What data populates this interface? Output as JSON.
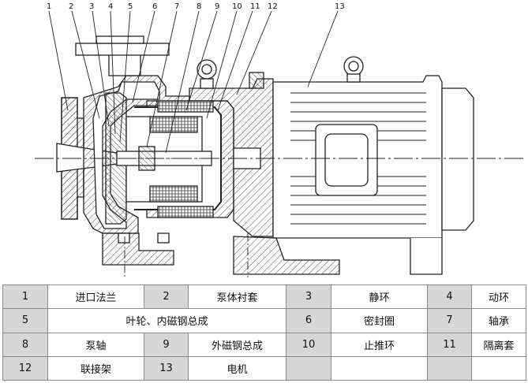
{
  "callouts": [
    "1",
    "2",
    "3",
    "4",
    "5",
    "6",
    "7",
    "8",
    "9",
    "10",
    "11",
    "12",
    "13"
  ],
  "parts_table": {
    "rows": [
      [
        {
          "num": "1",
          "name": "进口法兰"
        },
        {
          "num": "2",
          "name": "泵体衬套"
        },
        {
          "num": "3",
          "name": "静环"
        },
        {
          "num": "4",
          "name": "动环"
        }
      ],
      [
        {
          "num": "5",
          "name": "叶轮、内磁钢总成"
        },
        {
          "num": "6",
          "name": "密封圈"
        },
        {
          "num": "7",
          "name": "轴承"
        }
      ],
      [
        {
          "num": "8",
          "name": "泵轴"
        },
        {
          "num": "9",
          "name": "外磁钢总成"
        },
        {
          "num": "10",
          "name": "止推环"
        },
        {
          "num": "11",
          "name": "隔离套"
        }
      ],
      [
        {
          "num": "12",
          "name": "联接架"
        },
        {
          "num": "13",
          "name": "电机"
        },
        {
          "num": "",
          "name": ""
        },
        {
          "num": "",
          "name": ""
        }
      ]
    ]
  },
  "colors": {
    "line": "#222222",
    "hatch": "#555555",
    "table_border": "#8a8a8a",
    "num_cell_bg": "#d6d6d6"
  }
}
